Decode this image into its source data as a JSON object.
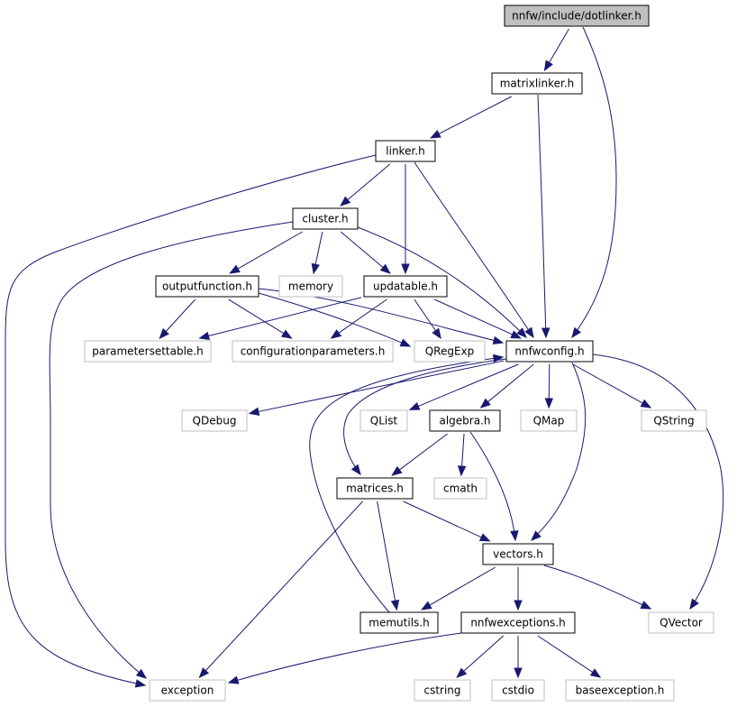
{
  "graph": {
    "nodes": [
      {
        "id": "dotlinker",
        "label": "nnfw/include/dotlinker.h",
        "kind": "root"
      },
      {
        "id": "matrixlinker",
        "label": "matrixlinker.h",
        "kind": "local"
      },
      {
        "id": "linker",
        "label": "linker.h",
        "kind": "local"
      },
      {
        "id": "cluster",
        "label": "cluster.h",
        "kind": "local"
      },
      {
        "id": "outputfunction",
        "label": "outputfunction.h",
        "kind": "local"
      },
      {
        "id": "memory",
        "label": "memory",
        "kind": "system"
      },
      {
        "id": "updatable",
        "label": "updatable.h",
        "kind": "local"
      },
      {
        "id": "parametersettable",
        "label": "parametersettable.h",
        "kind": "system"
      },
      {
        "id": "configurationparameters",
        "label": "configurationparameters.h",
        "kind": "system"
      },
      {
        "id": "qregexp",
        "label": "QRegExp",
        "kind": "system"
      },
      {
        "id": "nnfwconfig",
        "label": "nnfwconfig.h",
        "kind": "local"
      },
      {
        "id": "qdebug",
        "label": "QDebug",
        "kind": "system"
      },
      {
        "id": "qlist",
        "label": "QList",
        "kind": "system"
      },
      {
        "id": "algebra",
        "label": "algebra.h",
        "kind": "local"
      },
      {
        "id": "qmap",
        "label": "QMap",
        "kind": "system"
      },
      {
        "id": "qstring",
        "label": "QString",
        "kind": "system"
      },
      {
        "id": "matrices",
        "label": "matrices.h",
        "kind": "local"
      },
      {
        "id": "cmath",
        "label": "cmath",
        "kind": "system"
      },
      {
        "id": "vectors",
        "label": "vectors.h",
        "kind": "local"
      },
      {
        "id": "memutils",
        "label": "memutils.h",
        "kind": "local"
      },
      {
        "id": "nnfwexceptions",
        "label": "nnfwexceptions.h",
        "kind": "local"
      },
      {
        "id": "qvector",
        "label": "QVector",
        "kind": "system"
      },
      {
        "id": "exception",
        "label": "exception",
        "kind": "system"
      },
      {
        "id": "cstring",
        "label": "cstring",
        "kind": "system"
      },
      {
        "id": "cstdio",
        "label": "cstdio",
        "kind": "system"
      },
      {
        "id": "baseexception",
        "label": "baseexception.h",
        "kind": "system"
      }
    ],
    "edges": [
      {
        "from": "dotlinker",
        "to": "matrixlinker"
      },
      {
        "from": "dotlinker",
        "to": "nnfwconfig"
      },
      {
        "from": "matrixlinker",
        "to": "linker"
      },
      {
        "from": "matrixlinker",
        "to": "nnfwconfig"
      },
      {
        "from": "linker",
        "to": "cluster"
      },
      {
        "from": "linker",
        "to": "updatable"
      },
      {
        "from": "linker",
        "to": "nnfwconfig"
      },
      {
        "from": "linker",
        "to": "exception"
      },
      {
        "from": "cluster",
        "to": "outputfunction"
      },
      {
        "from": "cluster",
        "to": "memory"
      },
      {
        "from": "cluster",
        "to": "updatable"
      },
      {
        "from": "cluster",
        "to": "nnfwconfig"
      },
      {
        "from": "cluster",
        "to": "exception"
      },
      {
        "from": "outputfunction",
        "to": "parametersettable"
      },
      {
        "from": "outputfunction",
        "to": "configurationparameters"
      },
      {
        "from": "outputfunction",
        "to": "qregexp"
      },
      {
        "from": "outputfunction",
        "to": "nnfwconfig"
      },
      {
        "from": "updatable",
        "to": "parametersettable"
      },
      {
        "from": "updatable",
        "to": "configurationparameters"
      },
      {
        "from": "updatable",
        "to": "qregexp"
      },
      {
        "from": "updatable",
        "to": "nnfwconfig"
      },
      {
        "from": "nnfwconfig",
        "to": "qdebug"
      },
      {
        "from": "nnfwconfig",
        "to": "qlist"
      },
      {
        "from": "nnfwconfig",
        "to": "algebra"
      },
      {
        "from": "nnfwconfig",
        "to": "qmap"
      },
      {
        "from": "nnfwconfig",
        "to": "qstring"
      },
      {
        "from": "nnfwconfig",
        "to": "matrices"
      },
      {
        "from": "nnfwconfig",
        "to": "vectors"
      },
      {
        "from": "nnfwconfig",
        "to": "qvector"
      },
      {
        "from": "algebra",
        "to": "matrices"
      },
      {
        "from": "algebra",
        "to": "cmath"
      },
      {
        "from": "algebra",
        "to": "vectors"
      },
      {
        "from": "matrices",
        "to": "vectors"
      },
      {
        "from": "matrices",
        "to": "memutils"
      },
      {
        "from": "matrices",
        "to": "exception"
      },
      {
        "from": "vectors",
        "to": "memutils"
      },
      {
        "from": "vectors",
        "to": "nnfwexceptions"
      },
      {
        "from": "vectors",
        "to": "qvector"
      },
      {
        "from": "memutils",
        "to": "nnfwconfig"
      },
      {
        "from": "nnfwexceptions",
        "to": "exception"
      },
      {
        "from": "nnfwexceptions",
        "to": "cstring"
      },
      {
        "from": "nnfwexceptions",
        "to": "cstdio"
      },
      {
        "from": "nnfwexceptions",
        "to": "baseexception"
      }
    ]
  }
}
